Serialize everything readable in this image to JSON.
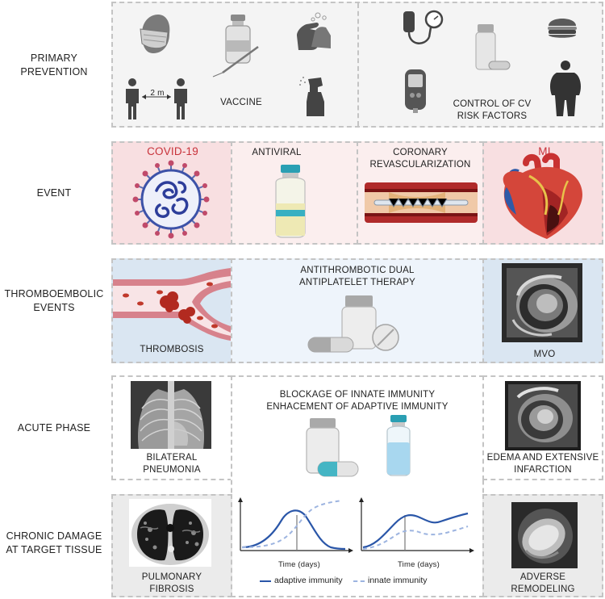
{
  "row_labels": {
    "primary": "PRIMARY\nPREVENTION",
    "event": "EVENT",
    "thrombo": "THROMBOEMBOLIC\nEVENTS",
    "acute": "ACUTE PHASE",
    "chronic": "CHRONIC DAMAGE\nAT TARGET TISSUE"
  },
  "primary": {
    "distance": "2 m",
    "vaccine": "VACCINE",
    "cv_factors": "CONTROL OF CV\nRISK FACTORS"
  },
  "event": {
    "covid": "COVID-19",
    "antiviral": "ANTIVIRAL",
    "revasc": "CORONARY\nREVASCULARIZATION",
    "mi": "MI"
  },
  "thrombo": {
    "thrombosis": "THROMBOSIS",
    "therapy": "ANTITHROMBOTIC DUAL\nANTIPLATELET THERAPY",
    "mvo": "MVO"
  },
  "acute": {
    "pneumonia": "BILATERAL\nPNEUMONIA",
    "immunity": "BLOCKAGE OF INNATE IMMUNITY\nENHACEMENT OF ADAPTIVE IMMUNITY",
    "infarction": "EDEMA AND EXTENSIVE\nINFARCTION"
  },
  "chronic": {
    "fibrosis": "PULMONARY\nFIBROSIS",
    "remodeling": "ADVERSE\nREMODELING",
    "xlabel_left": "Time (days)",
    "xlabel_right": "Time (days)",
    "legend_adaptive": "adaptive immunity",
    "legend_innate": "innate immunity"
  },
  "colors": {
    "pink_bg": "#f8dfe1",
    "blue_bg": "#dae6f2",
    "gray_bg": "#ebebeb",
    "light_blue_bg": "#eef4fb",
    "adaptive": "#2a56a8",
    "innate": "#9db4e0"
  }
}
